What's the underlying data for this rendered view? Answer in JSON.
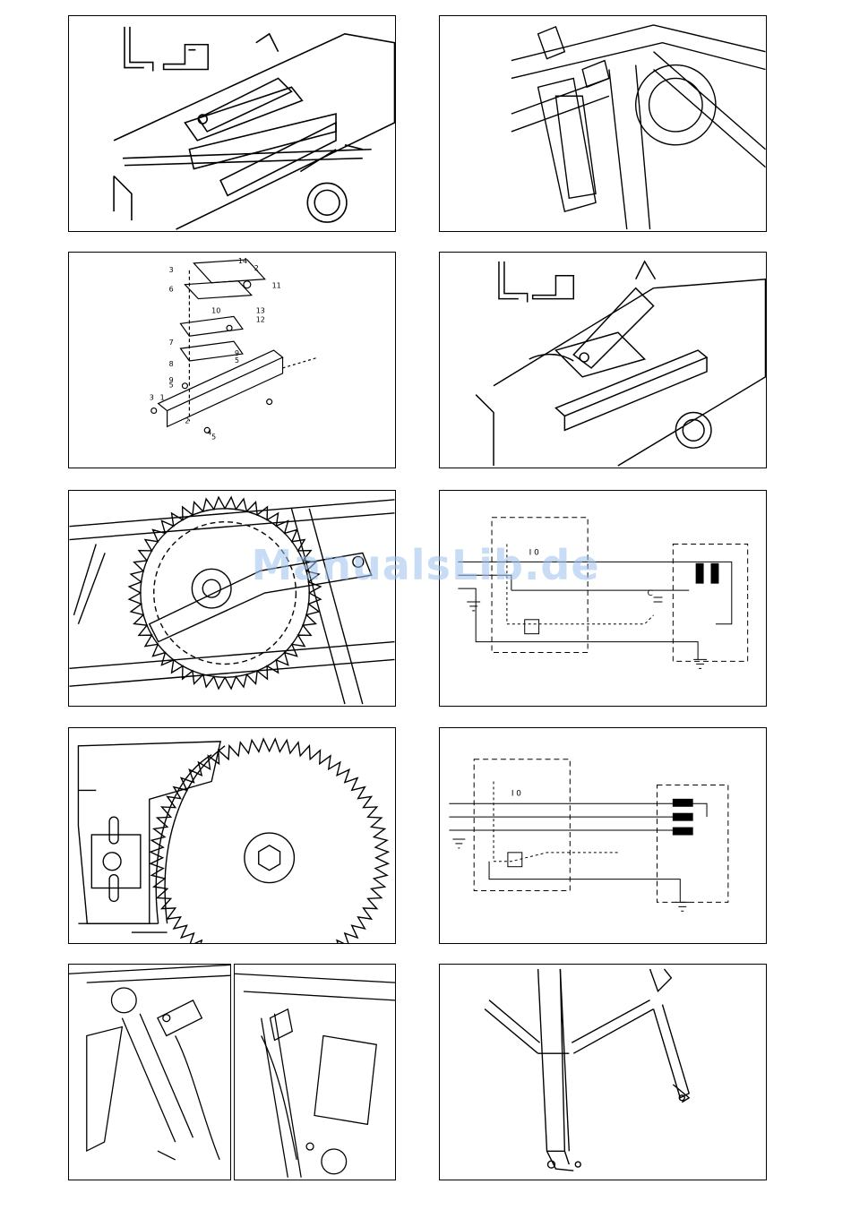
{
  "watermark": "ManualsLib.de",
  "panels": {
    "exploded": {
      "labels": [
        "14",
        "2",
        "3",
        "11",
        "6",
        "10",
        "13",
        "12",
        "7",
        "9",
        "5",
        "8",
        "9",
        "5",
        "3",
        "1",
        "2",
        "4",
        "5"
      ]
    },
    "wiring_single": {
      "switch_label": "I 0",
      "capacitor_label": "C"
    },
    "wiring_three": {
      "switch_label": "I 0"
    }
  }
}
